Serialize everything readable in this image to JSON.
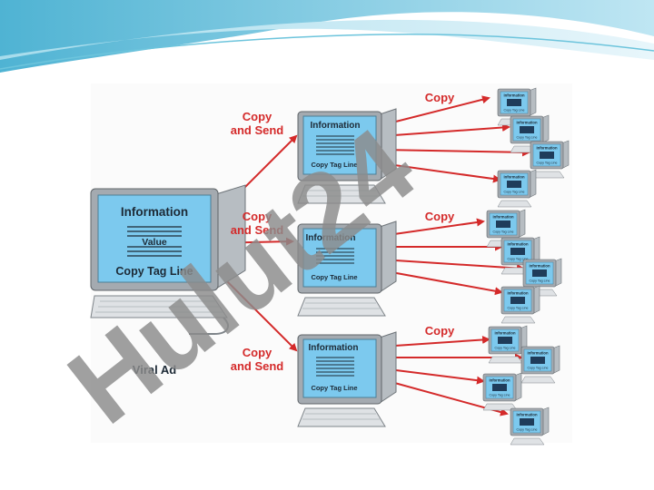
{
  "diagram": {
    "main_computer": {
      "title": "Information",
      "value_label": "Value",
      "tagline": "Copy Tag Line",
      "caption": "Viral Ad"
    },
    "copy_send_label": [
      "Copy",
      "and Send"
    ],
    "copy_label": "Copy",
    "mid_computers": [
      {
        "title": "Information",
        "tagline": "Copy Tag Line"
      },
      {
        "title": "Information",
        "tagline": "Copy Tag Line"
      },
      {
        "title": "Information",
        "tagline": "Copy Tag Line"
      }
    ],
    "small_computer_title": "Information",
    "small_computer_tagline": "Copy Tag Line"
  },
  "watermark": {
    "text": "Hulut24"
  },
  "colors": {
    "arrow": "#d42a2a",
    "screen": "#7cc9ee",
    "frame": "#9ea5ab",
    "header_teal": "#6cc4dc",
    "watermark_gray": "#8c8c8c",
    "watermark_purple": "#c8a6e8"
  }
}
